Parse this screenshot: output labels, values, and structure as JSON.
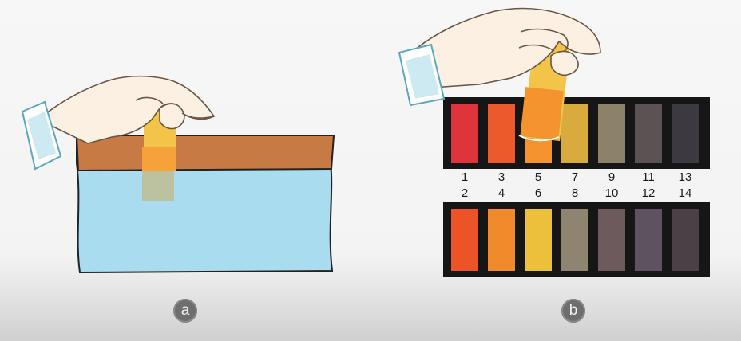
{
  "panels": [
    {
      "label": "a",
      "content": "hand dipping pH strip into liquid"
    },
    {
      "label": "b",
      "content": "hand holding pH strip against colour chart"
    }
  ],
  "chart": {
    "top_row_numbers": [
      "1",
      "3",
      "5",
      "7",
      "9",
      "11",
      "13"
    ],
    "bottom_row_numbers": [
      "2",
      "4",
      "6",
      "8",
      "10",
      "12",
      "14"
    ],
    "top_row_colors": [
      "#e0343d",
      "#ec5a2c",
      "#f5932f",
      "#d9ab3e",
      "#8c826a",
      "#5a5253",
      "#3c3a40"
    ],
    "bottom_row_colors": [
      "#ec5326",
      "#f08a2a",
      "#ecc03a",
      "#8f8470",
      "#6c5a5d",
      "#5e5260",
      "#4b4045"
    ]
  },
  "colors": {
    "liquid": "#a9dcef",
    "top_layer": "#c87a45",
    "strip": "#f2c44a",
    "strip_tip": "#f59a34",
    "chart_frame": "#161616"
  },
  "icons": [
    "hand-icon",
    "hand-icon"
  ]
}
